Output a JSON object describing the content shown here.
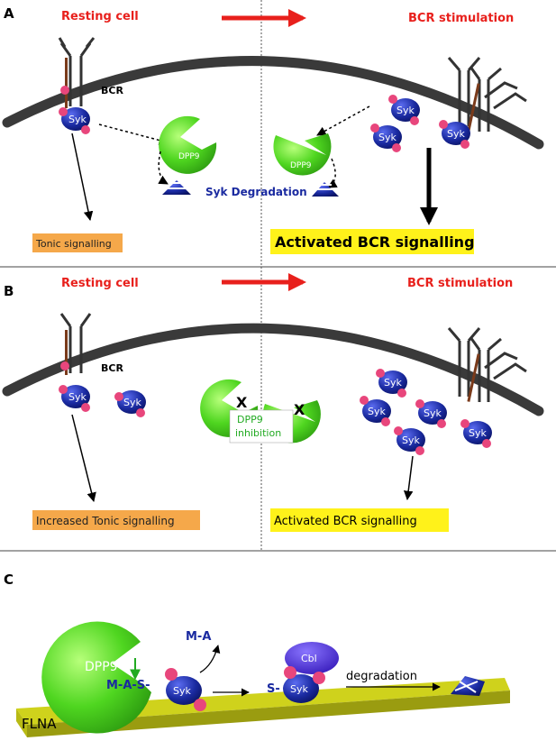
{
  "panelA": {
    "letter": "A",
    "left_title": "Resting cell",
    "right_title": "BCR stimulation",
    "bcr_label": "BCR",
    "syk": "Syk",
    "p": "P",
    "dpp9": "DPP9",
    "degradation": "Syk Degradation",
    "tonic": "Tonic signalling",
    "activated": "Activated BCR signalling"
  },
  "panelB": {
    "letter": "B",
    "left_title": "Resting cell",
    "right_title": "BCR stimulation",
    "bcr_label": "BCR",
    "syk": "Syk",
    "p": "P",
    "inhibition_line1": "DPP9",
    "inhibition_line2": "inhibition",
    "x_mark": "X",
    "tonic": "Increased Tonic signalling",
    "activated": "Activated BCR signalling"
  },
  "panelC": {
    "letter": "C",
    "dpp9": "DPP9",
    "ma": "M-A",
    "ma_s": "M-A-S-",
    "s": "S-",
    "syk": "Syk",
    "p": "P",
    "cbl": "Cbl",
    "degradation": "degradation",
    "flna": "FLNA"
  },
  "colors": {
    "title_red": "#e8201c",
    "membrane": "#3a3a3a",
    "syk_blue": "#1a2aa0",
    "phospho_pink": "#e8467c",
    "dpp9_green": "#4fd620",
    "tonic_box": "#f5a84a",
    "activated_box": "#fff21a",
    "flna_yellow": "#cfd21c",
    "cbl_purple": "#4a2fd0"
  }
}
